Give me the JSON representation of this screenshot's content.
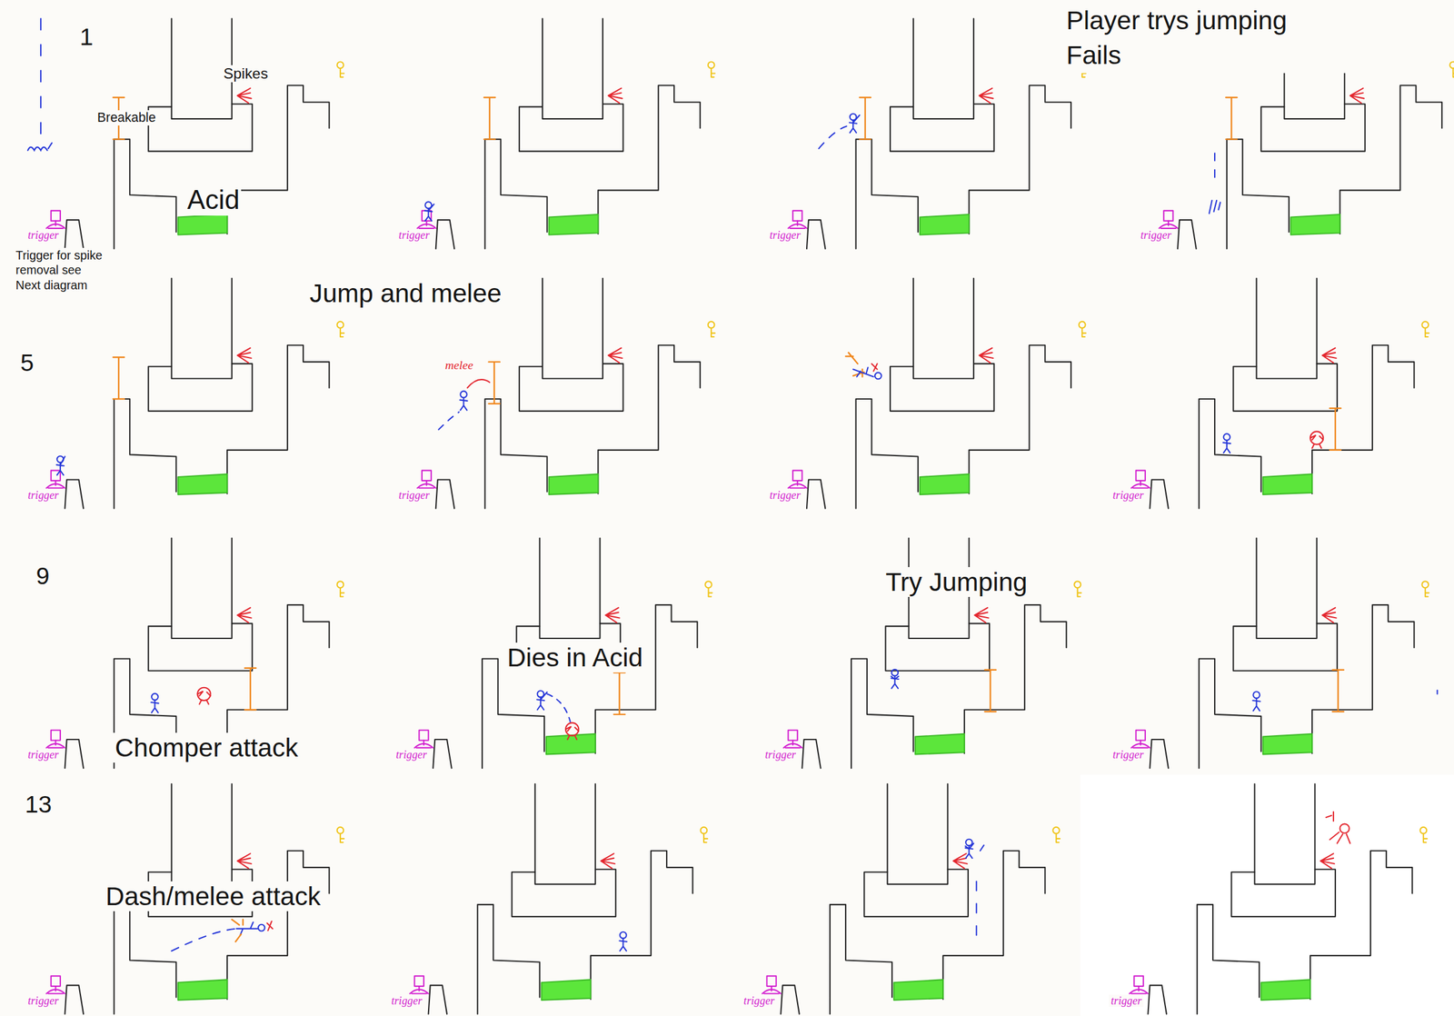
{
  "diagram": {
    "labels": [
      "1",
      "Spikes",
      "Breakable",
      "Acid",
      "trigger",
      "Trigger for spike removal see Next diagram",
      "trigger",
      "trigger",
      "Player trys jumping Fails",
      "trigger",
      "5",
      "trigger",
      "Jump and melee",
      "melee",
      "trigger",
      "trigger",
      "trigger",
      "9",
      "Chomper attack",
      "trigger",
      "Dies in Acid",
      "trigger",
      "Try Jumping",
      "trigger",
      "trigger",
      "13",
      "Dash/melee attack",
      "trigger",
      "trigger",
      "trigger",
      "trigger"
    ]
  }
}
